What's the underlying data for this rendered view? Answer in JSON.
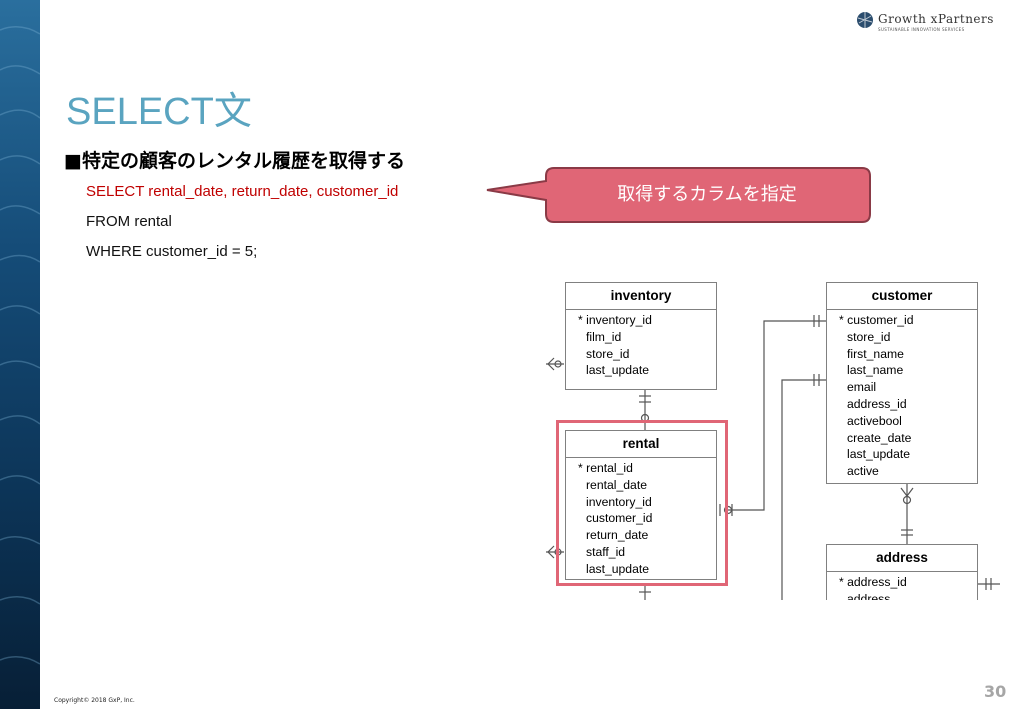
{
  "logo": {
    "name": "Growth xPartners",
    "sub": "SUSTAINABLE INNOVATION SERVICES"
  },
  "slide": {
    "title": "SELECT文",
    "bullet": "■特定の顧客のレンタル履歴を取得する",
    "code": [
      "SELECT rental_date, return_date, customer_id",
      "FROM rental",
      "WHERE customer_id = 5;"
    ],
    "callout": "取得するカラムを指定"
  },
  "erd": {
    "inventory": {
      "name": "inventory",
      "columns": [
        "* inventory_id",
        "film_id",
        "store_id",
        "last_update"
      ]
    },
    "rental": {
      "name": "rental",
      "columns": [
        "* rental_id",
        "rental_date",
        "inventory_id",
        "customer_id",
        "return_date",
        "staff_id",
        "last_update"
      ]
    },
    "customer": {
      "name": "customer",
      "columns": [
        "* customer_id",
        "store_id",
        "first_name",
        "last_name",
        "email",
        "address_id",
        "activebool",
        "create_date",
        "last_update",
        "active"
      ]
    },
    "address": {
      "name": "address",
      "columns": [
        "* address_id",
        "address"
      ]
    }
  },
  "footer": {
    "copyright": "Copyright© 2018 GxP, Inc.",
    "page_number": "30"
  },
  "colors": {
    "title": "#5aa4c0",
    "code_highlight": "#c00000",
    "callout_fill": "#e06676",
    "highlight_border": "#e06676"
  }
}
